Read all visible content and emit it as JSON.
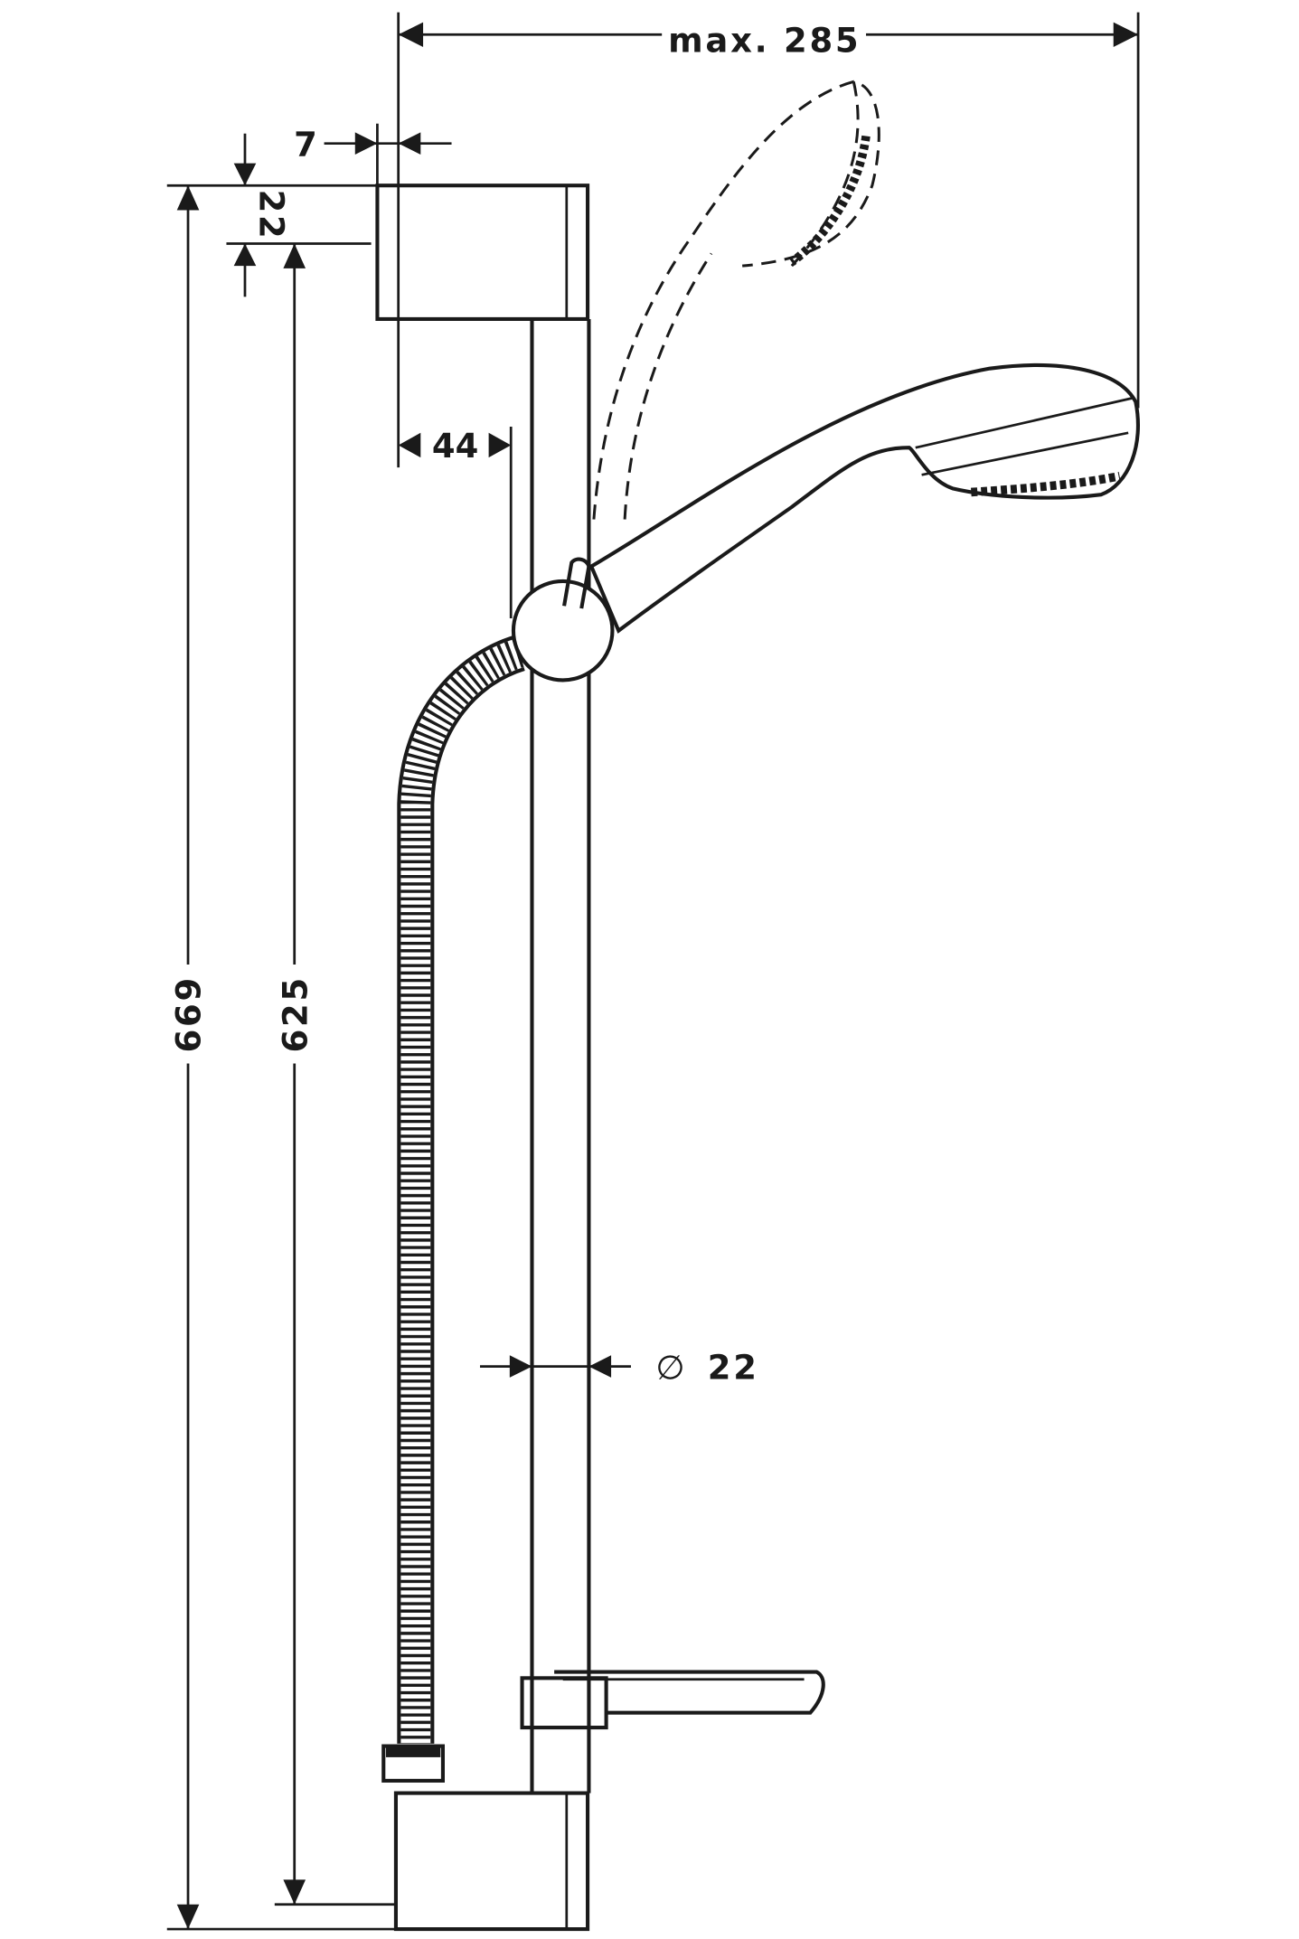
{
  "title": "Shower rail set dimension drawing",
  "dimensions": {
    "max_reach": "max. 285",
    "wall_offset": "7",
    "bracket_height": "22",
    "bracket_depth": "44",
    "total_height": "669",
    "rail_height": "625",
    "rail_diameter_symbol": "∅",
    "rail_diameter": "22"
  },
  "colors": {
    "line": "#1a1a1a",
    "background": "#ffffff"
  }
}
